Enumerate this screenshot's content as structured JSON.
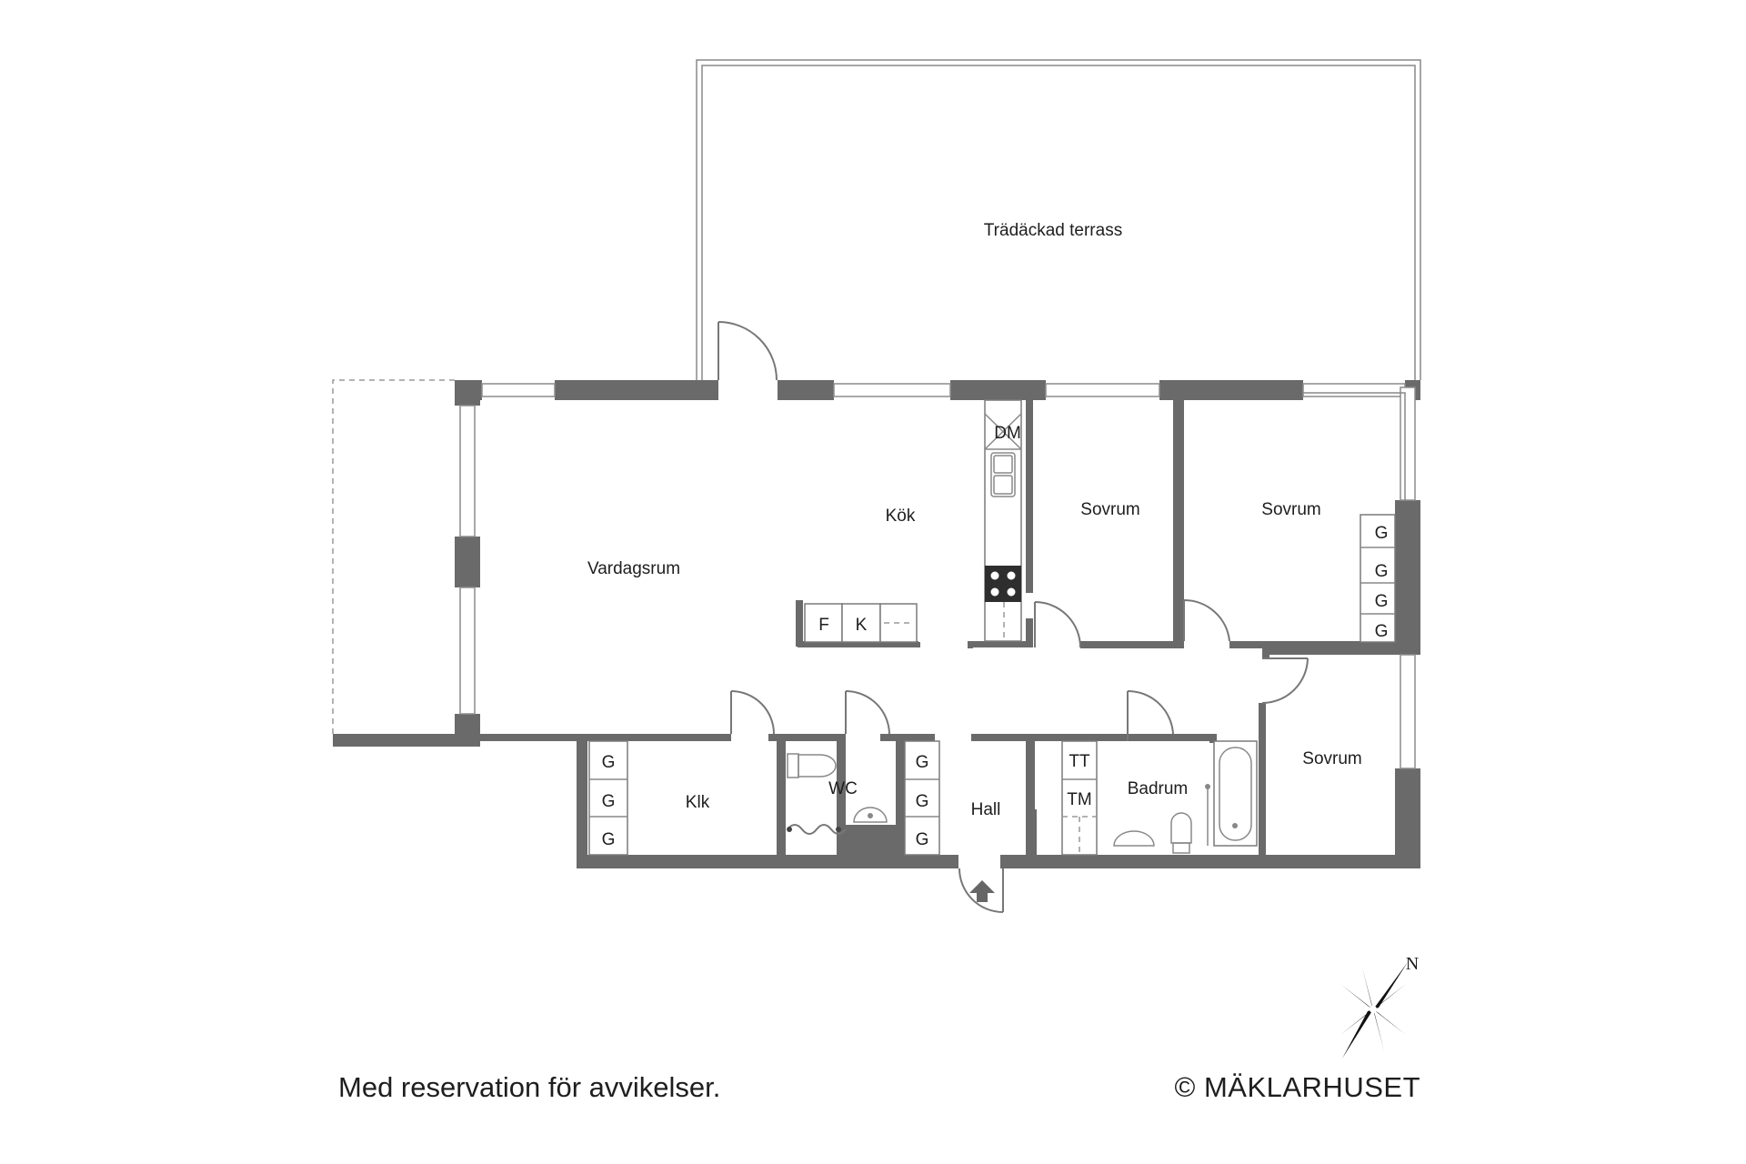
{
  "rooms": {
    "terrace": "Trädäckad terrass",
    "living": "Vardagsrum",
    "kitchen": "Kök",
    "bedroom_1": "Sovrum",
    "bedroom_2": "Sovrum",
    "bedroom_3": "Sovrum",
    "closet": "Klk",
    "wc": "WC",
    "hall": "Hall",
    "bathroom": "Badrum"
  },
  "fixtures": {
    "dishwasher": "DM",
    "fridge": "F",
    "freezer": "K",
    "wardrobe": "G",
    "dryer": "TT",
    "washer": "TM"
  },
  "compass": {
    "north": "N"
  },
  "footer": {
    "disclaimer": "Med reservation för avvikelser.",
    "copyright": "© MÄKLARHUSET"
  }
}
